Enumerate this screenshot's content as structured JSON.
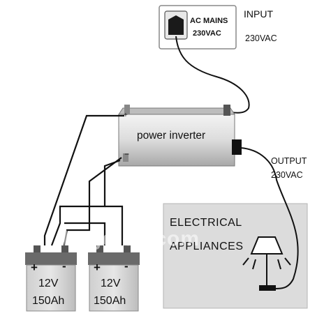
{
  "input": {
    "title": "INPUT",
    "voltage": "230VAC"
  },
  "mains": {
    "line1": "AC MAINS",
    "line2": "230VAC"
  },
  "inverter": {
    "label": "power inverter",
    "plus": "+",
    "minus": "−"
  },
  "output": {
    "title": "OUTPUT",
    "voltage": "230VAC"
  },
  "appliances": {
    "line1": "ELECTRICAL",
    "line2": "APPLIANCES"
  },
  "batteries": [
    {
      "voltage": "12V",
      "capacity": "150Ah",
      "plus": "+",
      "minus": "-"
    },
    {
      "voltage": "12V",
      "capacity": "150Ah",
      "plus": "+",
      "minus": "-"
    }
  ],
  "watermark": "bygd.en.com"
}
